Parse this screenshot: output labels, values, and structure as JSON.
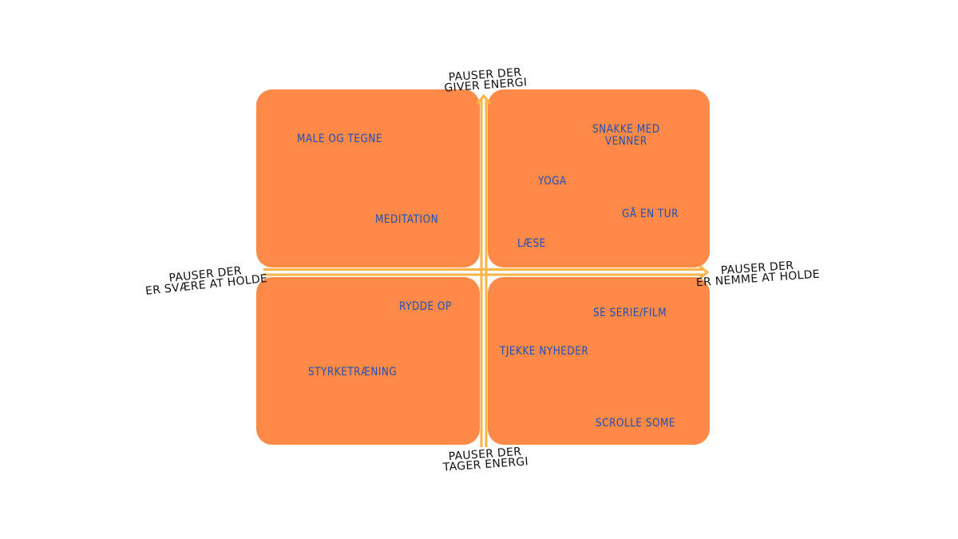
{
  "axes": {
    "top": {
      "line1": "PAUSER DER",
      "line2": "GIVER ENERGI"
    },
    "bottom": {
      "line1": "PAUSER DER",
      "line2": "TAGER ENERGI"
    },
    "left": {
      "line1": "PAUSER DER",
      "line2": "ER SVÆRE AT HOLDE"
    },
    "right": {
      "line1": "PAUSER DER",
      "line2": "ER NEMME AT HOLDE"
    }
  },
  "quadrants": {
    "top_left": {
      "items": [
        "MALE OG TEGNE",
        "MEDITATION"
      ]
    },
    "top_right": {
      "items": [
        "SNAKKE MED VENNER",
        "YOGA",
        "GÅ EN TUR",
        "LÆSE"
      ]
    },
    "bottom_left": {
      "items": [
        "RYDDE OP",
        "STYRKETRÆNING"
      ]
    },
    "bottom_right": {
      "items": [
        "SE SERIE/FILM",
        "TJEKKE NYHEDER",
        "SCROLLE SOME"
      ]
    }
  },
  "colors": {
    "quadrant_fill": "#FF8A47",
    "axis": "#FFB347",
    "item_text": "#1F4EB8",
    "label_text": "#111111"
  }
}
